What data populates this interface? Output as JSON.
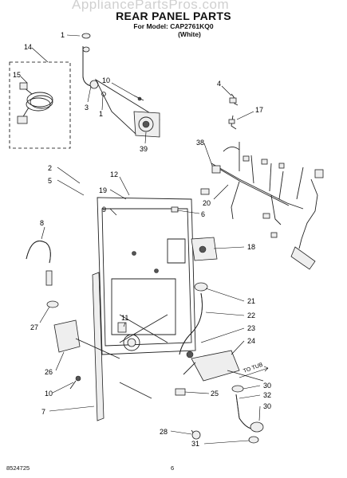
{
  "header": {
    "watermark": "AppliancePartsPros.com",
    "title": "REAR PANEL PARTS",
    "model_line": "For Model: CAP2761KQ0",
    "color_line": "(White)"
  },
  "footer": {
    "doc_number": "8524725",
    "page_number": "6"
  },
  "diagram_text": {
    "to_tub": "TO TUB"
  },
  "callouts": [
    "1",
    "14",
    "15",
    "3",
    "1",
    "10",
    "39",
    "4",
    "17",
    "38",
    "20",
    "2",
    "5",
    "12",
    "19",
    "9",
    "6",
    "8",
    "18",
    "21",
    "22",
    "27",
    "11",
    "23",
    "24",
    "26",
    "25",
    "10",
    "30",
    "32",
    "7",
    "28",
    "30",
    "31"
  ]
}
